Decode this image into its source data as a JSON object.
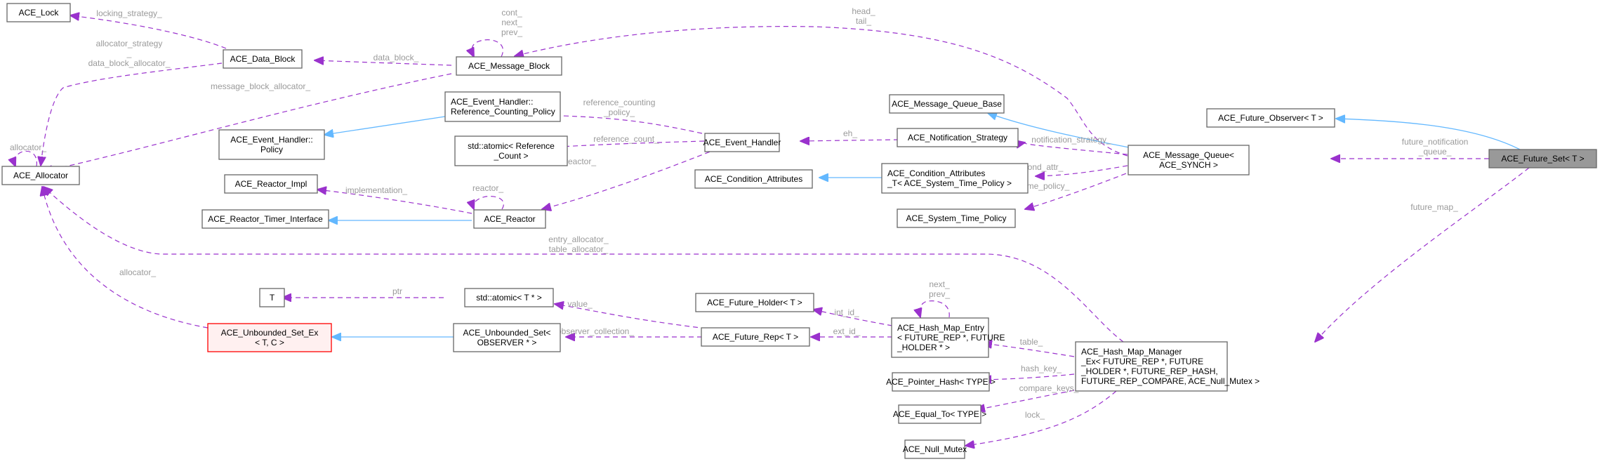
{
  "diagram": {
    "title": "ACE_Future_Set< T > collaboration graph",
    "colors": {
      "usage_edge": "#9a32cd",
      "inheritance_edge": "#63b8ff",
      "focus_node_fill": "#999999",
      "incomplete_node_border": "#ff0000",
      "edge_label": "#9a9a9a"
    },
    "nodes": {
      "ace_lock": [
        "ACE_Lock"
      ],
      "ace_data_block": [
        "ACE_Data_Block"
      ],
      "ace_message_block": [
        "ACE_Message_Block"
      ],
      "ace_allocator": [
        "ACE_Allocator"
      ],
      "ace_eh_refcount_policy": [
        "ACE_Event_Handler::",
        "Reference_Counting_Policy"
      ],
      "ace_eh_policy": [
        "ACE_Event_Handler::",
        "Policy"
      ],
      "std_atomic_refcount": [
        "std::atomic< Reference",
        "_Count >"
      ],
      "ace_event_handler": [
        "ACE_Event_Handler"
      ],
      "ace_reactor_impl": [
        "ACE_Reactor_Impl"
      ],
      "ace_reactor_timer_interface": [
        "ACE_Reactor_Timer_Interface"
      ],
      "ace_reactor": [
        "ACE_Reactor"
      ],
      "ace_message_queue_base": [
        "ACE_Message_Queue_Base"
      ],
      "ace_notification_strategy": [
        "ACE_Notification_Strategy"
      ],
      "ace_condition_attributes": [
        "ACE_Condition_Attributes"
      ],
      "ace_condition_attributes_t": [
        "ACE_Condition_Attributes",
        "_T< ACE_System_Time_Policy >"
      ],
      "ace_system_time_policy": [
        "ACE_System_Time_Policy"
      ],
      "ace_message_queue": [
        "ACE_Message_Queue<",
        "ACE_SYNCH >"
      ],
      "ace_future_observer": [
        "ACE_Future_Observer< T >"
      ],
      "ace_future_set": [
        "ACE_Future_Set< T >"
      ],
      "t": [
        "T"
      ],
      "std_atomic_tptr": [
        "std::atomic< T * >"
      ],
      "ace_unbounded_set_ex": [
        "ACE_Unbounded_Set_Ex",
        "< T, C >"
      ],
      "ace_unbounded_set_observer": [
        "ACE_Unbounded_Set<",
        "OBSERVER * >"
      ],
      "ace_future_holder": [
        "ACE_Future_Holder< T >"
      ],
      "ace_future_rep": [
        "ACE_Future_Rep< T >"
      ],
      "ace_hash_map_entry": [
        "ACE_Hash_Map_Entry",
        "< FUTURE_REP *, FUTURE",
        "_HOLDER * >"
      ],
      "ace_pointer_hash": [
        "ACE_Pointer_Hash< TYPE >"
      ],
      "ace_equal_to": [
        "ACE_Equal_To< TYPE >"
      ],
      "ace_null_mutex": [
        "ACE_Null_Mutex"
      ],
      "ace_hash_map_manager": [
        "ACE_Hash_Map_Manager",
        "_Ex< FUTURE_REP *, FUTURE",
        "_HOLDER *, FUTURE_REP_HASH,",
        " FUTURE_REP_COMPARE, ACE_Null_Mutex >"
      ]
    },
    "edge_labels": {
      "locking_strategy": [
        "locking_strategy_"
      ],
      "allocator_strategy": [
        "allocator_strategy",
        "_",
        "data_block_allocator_"
      ],
      "data_block": [
        "data_block_"
      ],
      "msg_block_self": [
        "cont_",
        "next_",
        "prev_"
      ],
      "message_block_allocator": [
        "message_block_allocator_"
      ],
      "allocator_self": [
        "allocator_"
      ],
      "head_tail": [
        "head_",
        "tail_"
      ],
      "reference_counting_policy": [
        "reference_counting",
        "_policy_"
      ],
      "reference_count": [
        "reference_count_"
      ],
      "reactor_eh": [
        "reactor_"
      ],
      "reactor_self": [
        "reactor_"
      ],
      "implementation": [
        "implementation_"
      ],
      "eh": [
        "eh_"
      ],
      "notification_strategy": [
        "notification_strategy_"
      ],
      "cond_attr": [
        "cond_attr_"
      ],
      "time_policy": [
        "time_policy_"
      ],
      "future_notification_queue": [
        "future_notification",
        "_queue_"
      ],
      "future_map": [
        "future_map_"
      ],
      "entry_table_allocator": [
        "entry_allocator_",
        "table_allocator_"
      ],
      "allocator_unbounded": [
        "allocator_"
      ],
      "ptr": [
        "ptr"
      ],
      "value": [
        "value_"
      ],
      "observer_collection": [
        "observer_collection_"
      ],
      "int_id": [
        "int_id_"
      ],
      "ext_id": [
        "ext_id_"
      ],
      "hash_entry_self": [
        "next_",
        "prev_"
      ],
      "table": [
        "table_"
      ],
      "hash_key": [
        "hash_key_"
      ],
      "compare_keys": [
        "compare_keys_"
      ],
      "lock": [
        "lock_"
      ]
    }
  }
}
